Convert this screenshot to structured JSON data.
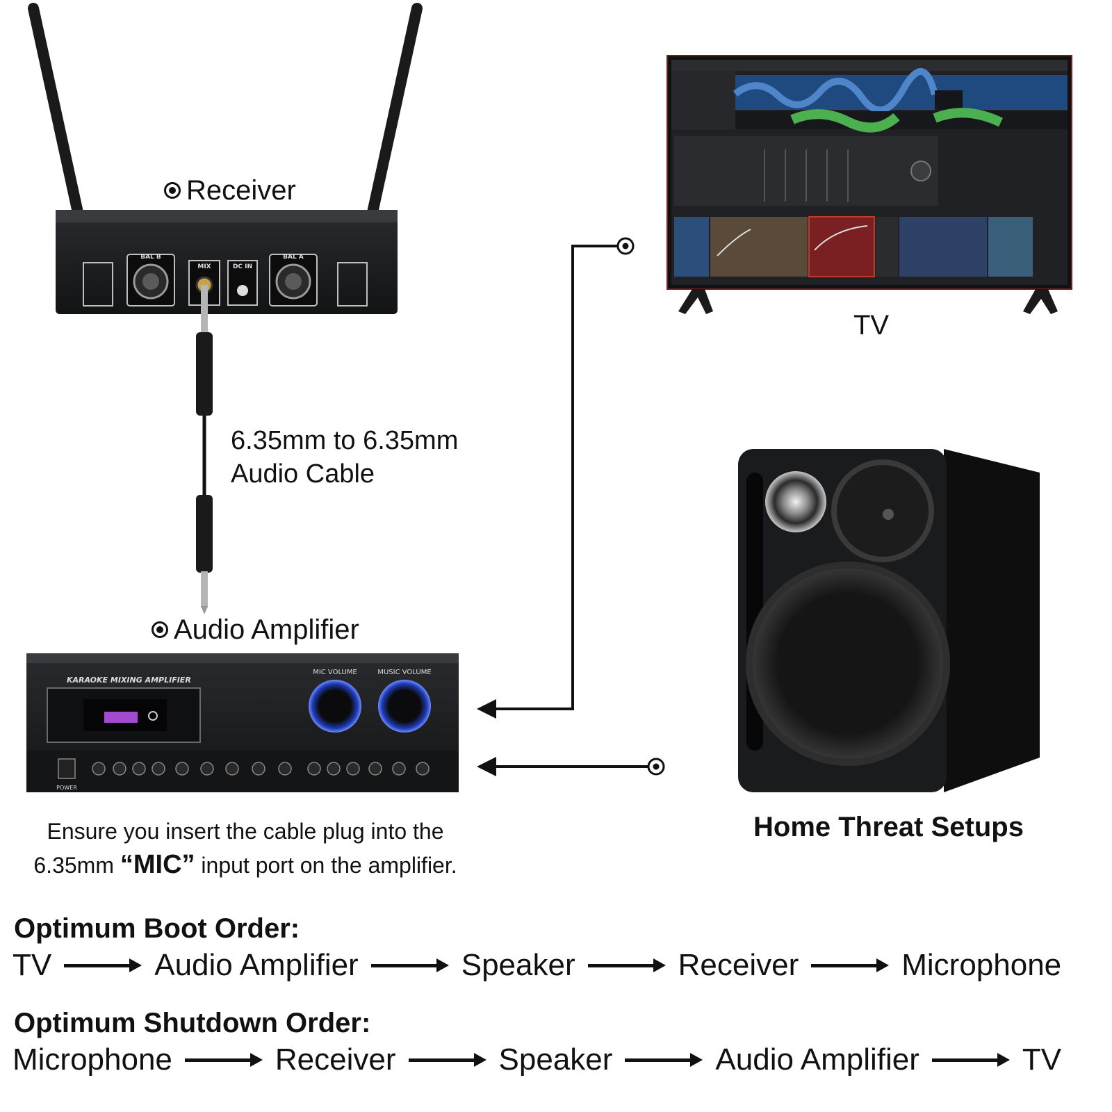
{
  "receiver": {
    "label": "Receiver",
    "ports": [
      "BAL B",
      "MIX",
      "DC IN",
      "BAL A"
    ]
  },
  "tv": {
    "label": "TV"
  },
  "cable": {
    "line1": "6.35mm to 6.35mm",
    "line2": "Audio Cable"
  },
  "amplifier": {
    "label": "Audio Amplifier",
    "brand_text": "KARAOKE MIXING AMPLIFIER",
    "knob1_label": "MIC VOLUME",
    "knob2_label": "MUSIC VOLUME",
    "power_label": "POWER"
  },
  "speaker": {
    "label": "Home Threat Setups"
  },
  "instruction": {
    "line1": "Ensure you insert the cable plug into the",
    "line2_pre": "6.35mm ",
    "line2_bold": "“MIC”",
    "line2_post": " input port on the amplifier."
  },
  "boot_order": {
    "title": "Optimum Boot Order:",
    "steps": [
      "TV",
      "Audio Amplifier",
      "Speaker",
      "Receiver",
      "Microphone"
    ]
  },
  "shutdown_order": {
    "title": "Optimum Shutdown Order:",
    "steps": [
      "Microphone",
      "Receiver",
      "Speaker",
      "Audio Amplifier",
      "TV"
    ]
  },
  "colors": {
    "device_dark": "#1b1c1e",
    "knob_glow": "#3b6cff",
    "wave_green": "#4caf50",
    "wave_blue": "#2f6fb5"
  }
}
